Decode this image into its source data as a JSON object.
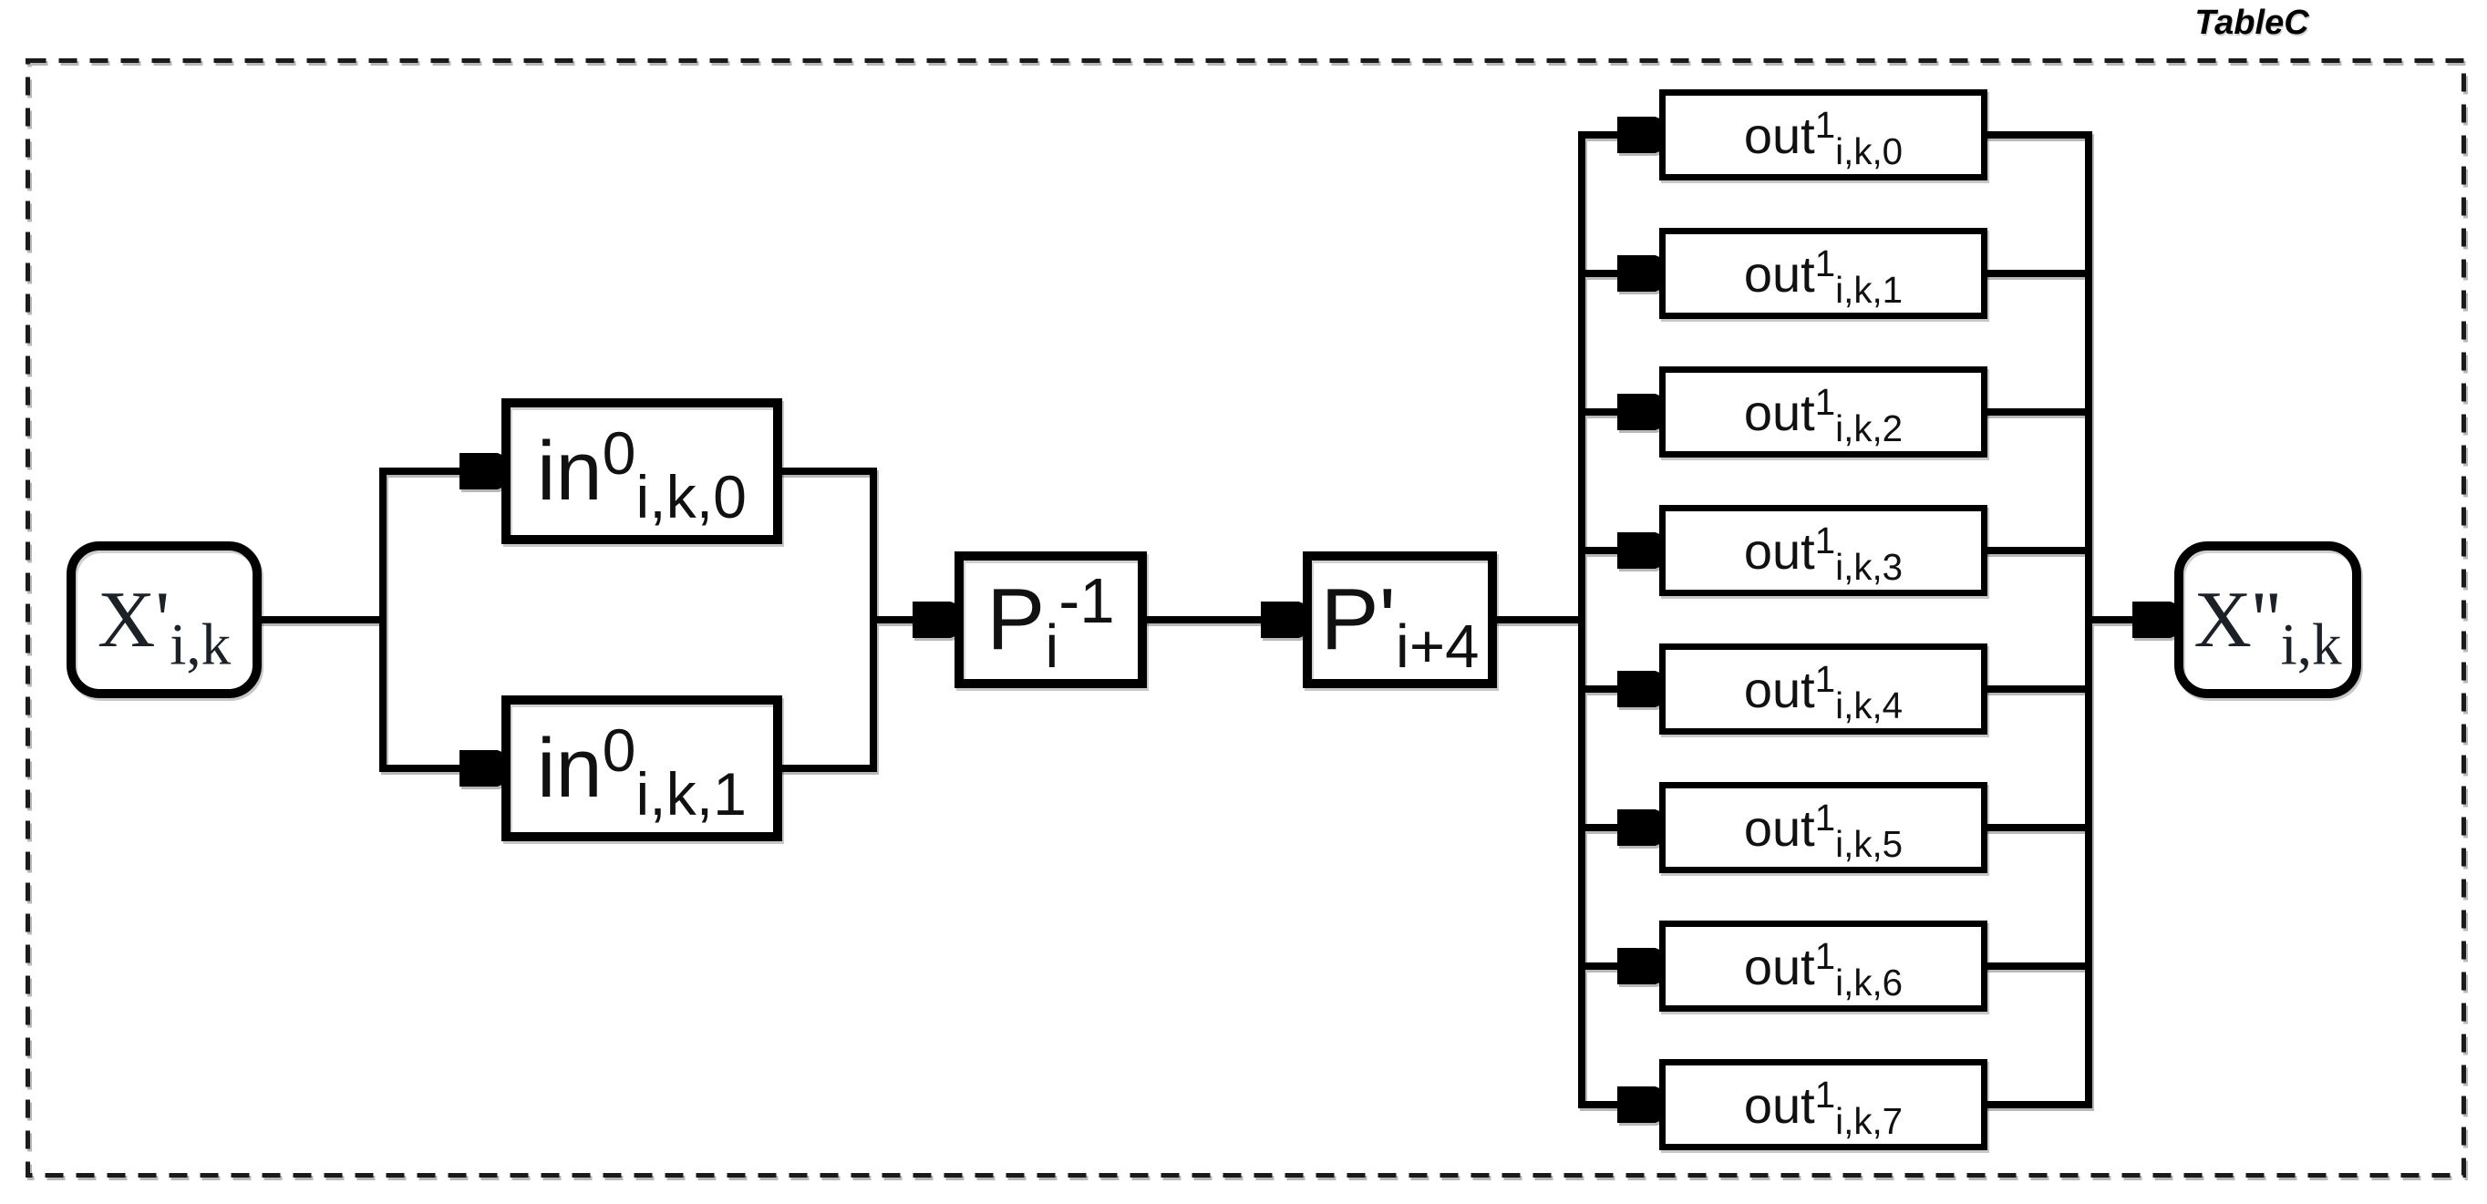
{
  "frame": {
    "label": "TableC"
  },
  "nodes": {
    "input": {
      "base": "X'",
      "sub": "i,k"
    },
    "in0": {
      "base": "in",
      "sup": "0",
      "sub": "i,k,0"
    },
    "in1": {
      "base": "in",
      "sup": "0",
      "sub": "i,k,1"
    },
    "p_inv": {
      "base": "P",
      "sub": "i",
      "sup": "-1"
    },
    "p_shift": {
      "base": "P'",
      "sub": "i+4"
    },
    "outs": [
      {
        "base": "out",
        "sup": "1",
        "sub": "i,k,0"
      },
      {
        "base": "out",
        "sup": "1",
        "sub": "i,k,1"
      },
      {
        "base": "out",
        "sup": "1",
        "sub": "i,k,2"
      },
      {
        "base": "out",
        "sup": "1",
        "sub": "i,k,3"
      },
      {
        "base": "out",
        "sup": "1",
        "sub": "i,k,4"
      },
      {
        "base": "out",
        "sup": "1",
        "sub": "i,k,5"
      },
      {
        "base": "out",
        "sup": "1",
        "sub": "i,k,6"
      },
      {
        "base": "out",
        "sup": "1",
        "sub": "i,k,7"
      }
    ],
    "output": {
      "base": "X''",
      "sub": "i,k"
    }
  },
  "colors": {
    "stroke": "#000000",
    "background": "#ffffff",
    "frame_dash": "#1a1a1a"
  }
}
